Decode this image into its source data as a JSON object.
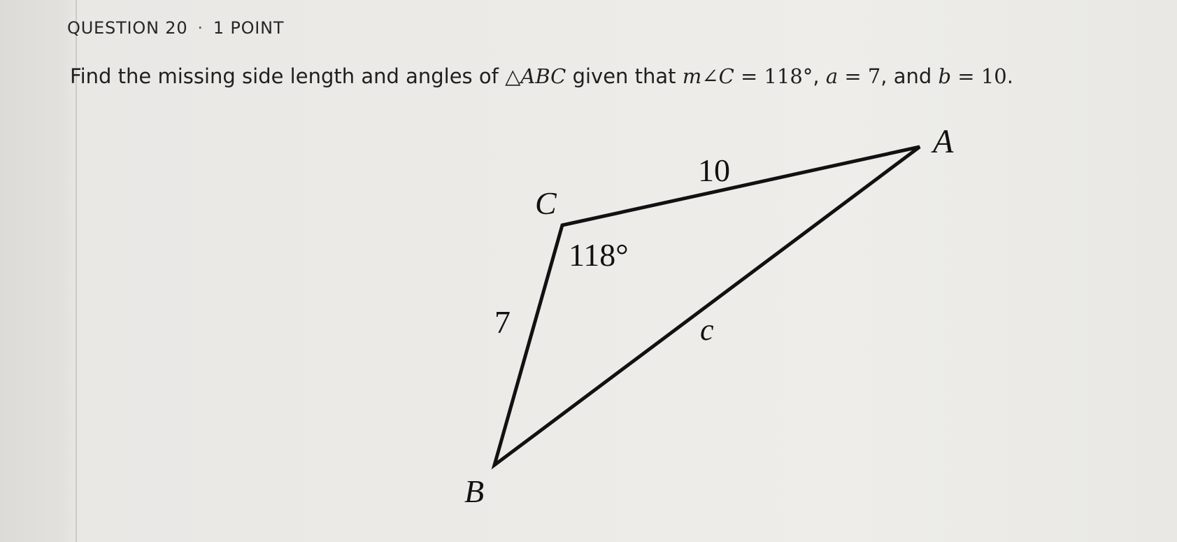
{
  "header": {
    "question_label": "QUESTION 20",
    "separator": "·",
    "points": "1 POINT"
  },
  "prompt": {
    "lead": "Find the missing side length and angles of ",
    "triangle_symbol": "△",
    "triangle_name": "ABC",
    "given_text": " given that ",
    "angle_var": "m",
    "angle_symbol": "∠",
    "angle_vertex": "C",
    "angle_value": " = 118°",
    "sep1": ", ",
    "side_a_var": "a",
    "side_a_value": " = 7",
    "sep2": ", and ",
    "side_b_var": "b",
    "side_b_value": " = 10",
    "end": "."
  },
  "figure": {
    "vertex_a": "A",
    "vertex_b": "B",
    "vertex_c": "C",
    "side_ca": "10",
    "side_cb": "7",
    "side_ab": "c",
    "angle_c": "118°"
  }
}
